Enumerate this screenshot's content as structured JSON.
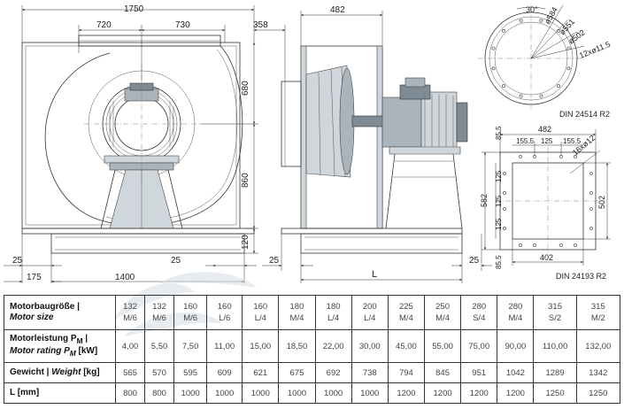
{
  "front_view": {
    "dims": {
      "overall_width": "1750",
      "left_part": "720",
      "right_part": "730",
      "height_upper": "680",
      "height_lower": "860",
      "base_height": "120",
      "left_margin": "25",
      "base_inner_margin": "25",
      "offset": "175",
      "base_length": "1400",
      "outlet_depth": "358"
    }
  },
  "side_view": {
    "dims": {
      "width": "482",
      "left_margin": "25",
      "right_margin": "25",
      "length_symbol": "L"
    }
  },
  "flange_round": {
    "dims": {
      "angle": "30°",
      "d1": "ø584",
      "d2": "ø551",
      "d3": "ø502",
      "holes": "12xø11.5"
    },
    "standard": "DIN 24514 R2"
  },
  "flange_square": {
    "dims": {
      "width": "482",
      "top_margin": "85.5",
      "seg_left": "155.5",
      "seg_mid": "125",
      "seg_right": "155.5",
      "holes": "16xø12",
      "height": "582",
      "v1": "125",
      "v2": "125",
      "v3": "125",
      "inner": "502",
      "bottom_margin": "85.5",
      "bottom_width": "402"
    },
    "standard": "DIN 24193 R2"
  },
  "table": {
    "headers": {
      "motor_size_de": "Motorbaugröße |",
      "motor_size_en": "Motor size",
      "rating_de": "Motorleistung P",
      "rating_sub": "M",
      "rating_sep": " |",
      "rating_en": "Motor rating P",
      "rating_unit": " [kW]",
      "weight_de": "Gewicht | ",
      "weight_en": "Weight",
      "weight_unit": " [kg]",
      "length": "L [mm]"
    },
    "columns": [
      {
        "size_a": "132",
        "size_b": "M/6",
        "rating": "4,00",
        "weight": "565",
        "length": "800"
      },
      {
        "size_a": "132",
        "size_b": "M/6",
        "rating": "5,50",
        "weight": "570",
        "length": "800"
      },
      {
        "size_a": "160",
        "size_b": "M/6",
        "rating": "7,50",
        "weight": "595",
        "length": "1000"
      },
      {
        "size_a": "160",
        "size_b": "L/6",
        "rating": "11,00",
        "weight": "609",
        "length": "1000"
      },
      {
        "size_a": "160",
        "size_b": "L/4",
        "rating": "15,00",
        "weight": "621",
        "length": "1000"
      },
      {
        "size_a": "180",
        "size_b": "M/4",
        "rating": "18,50",
        "weight": "675",
        "length": "1000"
      },
      {
        "size_a": "180",
        "size_b": "L/4",
        "rating": "22,00",
        "weight": "692",
        "length": "1000"
      },
      {
        "size_a": "200",
        "size_b": "L/4",
        "rating": "30,00",
        "weight": "738",
        "length": "1000"
      },
      {
        "size_a": "225",
        "size_b": "M/4",
        "rating": "45,00",
        "weight": "794",
        "length": "1200"
      },
      {
        "size_a": "250",
        "size_b": "M/4",
        "rating": "55,00",
        "weight": "845",
        "length": "1200"
      },
      {
        "size_a": "280",
        "size_b": "S/4",
        "rating": "75,00",
        "weight": "951",
        "length": "1200"
      },
      {
        "size_a": "280",
        "size_b": "M/4",
        "rating": "90,00",
        "weight": "1042",
        "length": "1200"
      },
      {
        "size_a": "315",
        "size_b": "S/2",
        "rating": "110,00",
        "weight": "1289",
        "length": "1250"
      },
      {
        "size_a": "315",
        "size_b": "M/2",
        "rating": "132,00",
        "weight": "1342",
        "length": "1250"
      }
    ]
  }
}
